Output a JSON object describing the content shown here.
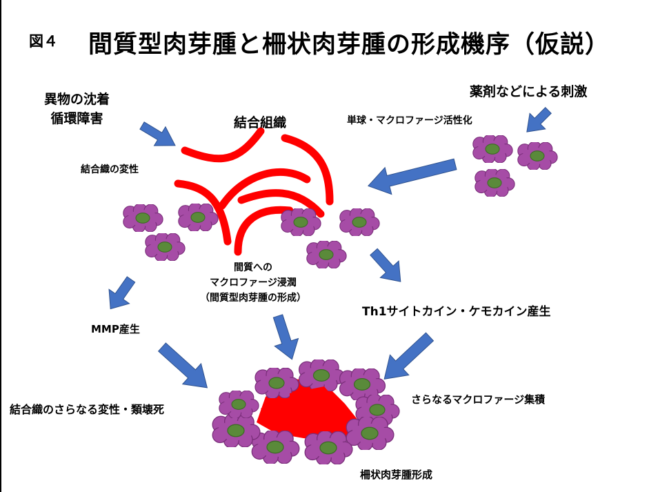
{
  "figure": {
    "number": "図４",
    "title": "間質型肉芽腫と柵状肉芽腫の形成機序（仮説）"
  },
  "labels": {
    "foreign_line1": "異物の沈着",
    "foreign_line2": "循環障害",
    "drug_stimulus": "薬剤などによる刺激",
    "connective_tissue": "結合組織",
    "monocyte_activation": "単球・マクロファージ活性化",
    "connective_degeneration": "結合織の変性",
    "infiltration_line1": "間質への",
    "infiltration_line2": "マクロファージ浸潤",
    "infiltration_line3": "（間質型肉芽腫の形成）",
    "th1_cytokines": "Th1サイトカイン・ケモカイン産生",
    "mmp": "MMP産生",
    "further_degeneration": "結合織のさらなる変性・類壊死",
    "further_accumulation": "さらなるマクロファージ集積",
    "palisading": "柵状肉芽腫形成"
  },
  "colors": {
    "fiber": "#ff0000",
    "arrow": "#4472c4",
    "arrow_stroke": "#2f528f",
    "cell_body": "#a64ca6",
    "cell_outline": "#7a2e7a",
    "nucleus": "#5a8a3a",
    "nucleus_outline": "#3e6a26"
  }
}
